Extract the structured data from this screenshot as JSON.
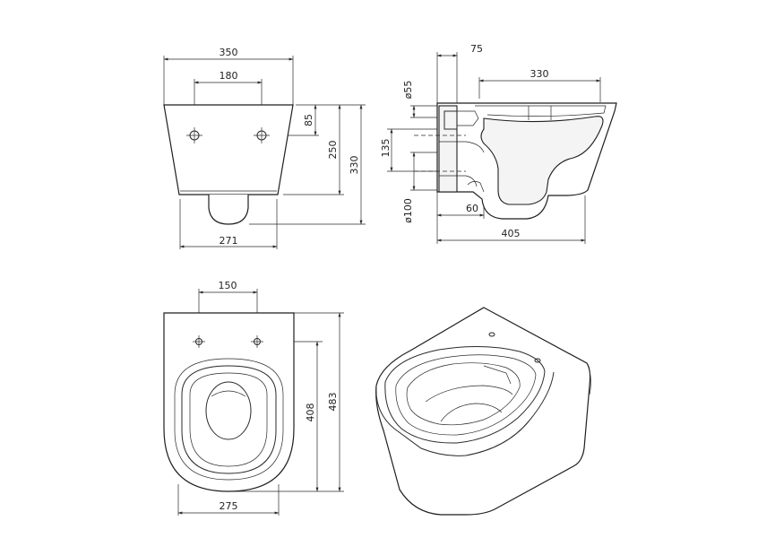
{
  "views": {
    "front": {
      "dims": {
        "total_width": "350",
        "hole_spacing": "180",
        "hole_offset": "85",
        "bowl_height": "250",
        "total_height": "330",
        "bottom_width": "271"
      }
    },
    "side": {
      "dims": {
        "outlet_diameter": "ø55",
        "outlet_offset": "75",
        "top_length": "330",
        "inlet_distance": "135",
        "drain_diameter": "ø100",
        "drain_offset": "60",
        "total_length": "405"
      }
    },
    "top": {
      "dims": {
        "hole_spacing": "150",
        "bowl_length": "408",
        "total_length": "483",
        "bottom_width": "275"
      }
    }
  }
}
